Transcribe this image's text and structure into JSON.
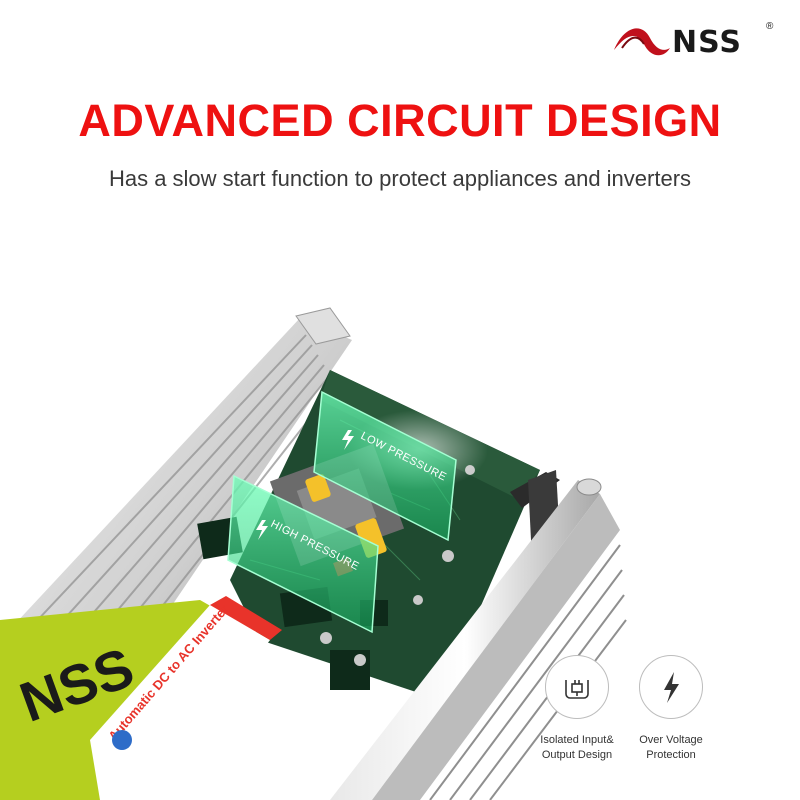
{
  "brand": {
    "name": "NSS",
    "registered": "®"
  },
  "headline": "ADVANCED CIRCUIT DESIGN",
  "subheadline": "Has a slow start function to protect appliances and inverters",
  "overlay_labels": {
    "low": "LOW PRESSURE",
    "high": "HIGH PRESSURE"
  },
  "product_label": {
    "brand": "NSS",
    "tagline": "Automatic DC to AC Inverter"
  },
  "features": [
    {
      "label": "Isolated Input&\nOutput Design",
      "icon": "plug-icon"
    },
    {
      "label": "Over Voltage\nProtection",
      "icon": "lightning-bolt-icon"
    }
  ],
  "colors": {
    "headline": "#ee1111",
    "logo_swoosh": "#c0101c",
    "pcb": "#1f4a30",
    "glass_panel": "#2fe08a",
    "label_yellow": "#b5cf1f"
  }
}
